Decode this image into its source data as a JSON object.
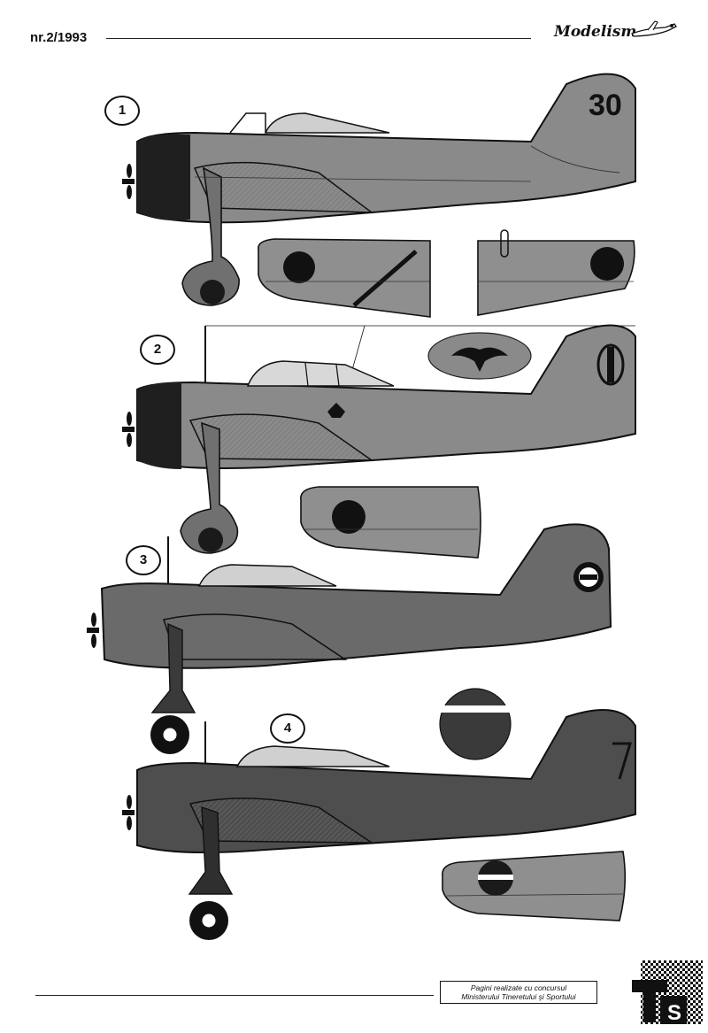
{
  "header": {
    "issue": "nr.2/1993",
    "logo_text": "Modelism"
  },
  "plates": [
    {
      "number": "1",
      "tail_code": "30"
    },
    {
      "number": "2",
      "tail_code": ""
    },
    {
      "number": "3",
      "tail_code": ""
    },
    {
      "number": "4",
      "tail_code": ""
    }
  ],
  "footer": {
    "credit_line_1": "Pagini realizate cu concursul",
    "credit_line_2": "Ministerului Tineretului şi Sportului",
    "publisher_logo": "TS"
  },
  "colors": {
    "camo_light": "#8c8c8c",
    "camo_mid": "#5c5c5c",
    "dark": "#262626",
    "outline": "#111111"
  }
}
